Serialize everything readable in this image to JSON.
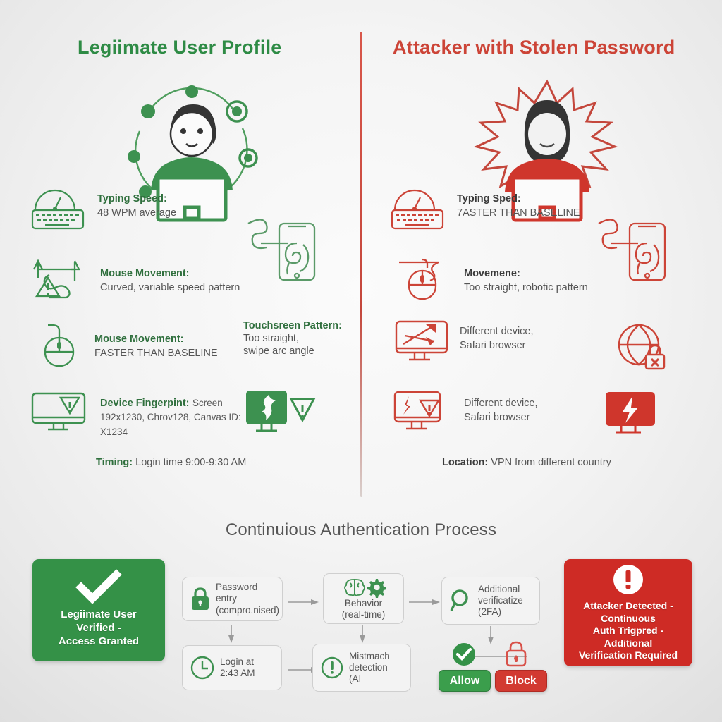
{
  "colors": {
    "green": "#2e8b45",
    "green_dark": "#2f6f3d",
    "red": "#cc4437",
    "red_dark": "#ce2b25",
    "text": "#555555",
    "box_border": "#cfcfcf"
  },
  "left_column": {
    "title": "Legiimate User Profile",
    "avatar_name": "legitimate-user-avatar",
    "features": [
      {
        "icon": "keyboard-speedometer-icon",
        "label": "Typing Speed:",
        "value": "48 WPM average"
      },
      {
        "icon": "mouse-path-warning-icon",
        "label": "Mouse Movement:",
        "value": "Curved, variable speed pattern"
      },
      {
        "icon": "mouse-icon",
        "label": "Mouse Movement:",
        "value": "FASTER THAN BASELINE"
      },
      {
        "icon": "monitor-warning-icon",
        "label": "Device Fingerpint:",
        "value": "Screen 192x1230, Chrov128, Canvas ID: X1234"
      }
    ],
    "side_feature": {
      "icon": "tablet-fingerprint-swipe-icon",
      "label": "Touchsreen Pattern:",
      "value_line1": "Too straight,",
      "value_line2": "swipe arc angle"
    },
    "side_icon_lower": "monitor-alert-green-icon",
    "footer": {
      "label": "Timing:",
      "value": "Login time 9:00-9:30 AM"
    }
  },
  "right_column": {
    "title": "Attacker with Stolen Password",
    "avatar_name": "attacker-avatar",
    "features": [
      {
        "icon": "keyboard-speedometer-icon",
        "label": "Typing Sped:",
        "value": "7ASTER THAN BASELINE"
      },
      {
        "icon": "mouse-path-icon",
        "label": "Movemene:",
        "value": "Too straight, robotic pattern"
      },
      {
        "icon": "monitor-arrows-icon",
        "label": "",
        "value_line1": "Different device,",
        "value_line2": "Safari browser"
      },
      {
        "icon": "monitor-crack-warning-icon",
        "label": "",
        "value_line1": "Different device,",
        "value_line2": "Safari browser"
      }
    ],
    "side_icons": [
      "tablet-fingerprint-swipe-red-icon",
      "globe-lock-x-icon",
      "monitor-bolt-red-icon"
    ],
    "footer": {
      "label": "Location:",
      "value": "VPN from different country"
    }
  },
  "process": {
    "title": "Continuious Authentication Process",
    "verdict_left": {
      "icon": "checkmark-icon",
      "lines": [
        "Legiimate User",
        "Verified -",
        "Access Granted"
      ]
    },
    "verdict_right": {
      "icon": "exclamation-circle-icon",
      "lines": [
        "Attacker Detected -",
        "Continuous",
        "Auth Trigpred - Additional",
        "Verification Required"
      ]
    },
    "flow_top": [
      {
        "icon": "lock-icon",
        "lines": [
          "Password entry",
          "(compro.nised)"
        ]
      },
      {
        "icon": "brain-gear-icon",
        "lines": [
          "Behavior",
          "(real-time)"
        ]
      },
      {
        "icon": "magnifier-icon",
        "lines": [
          "Additional",
          "verificatize",
          "(2FA)"
        ]
      }
    ],
    "flow_bottom": [
      {
        "icon": "clock-icon",
        "lines": [
          "Login at",
          "2:43 AM"
        ]
      },
      {
        "icon": "warning-circle-icon",
        "lines": [
          "Mistmach",
          "detection",
          "(AI"
        ]
      }
    ],
    "decision": {
      "allow_icon": "check-circle-icon",
      "block_icon": "lock-red-icon",
      "allow_label": "Allow",
      "block_label": "Block"
    }
  }
}
